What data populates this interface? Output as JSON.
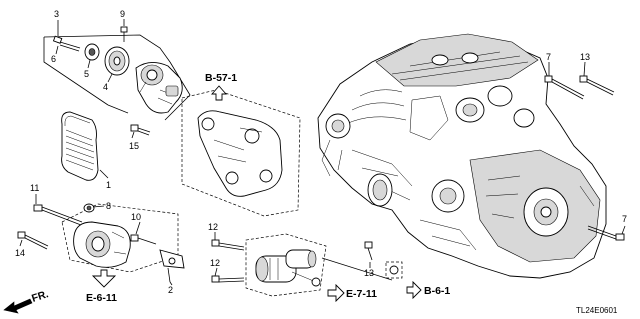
{
  "callouts": {
    "c3": "3",
    "c9": "9",
    "c6": "6",
    "c5": "5",
    "c4": "4",
    "c15": "15",
    "c1": "1",
    "c11": "11",
    "c8": "8",
    "c10": "10",
    "c14": "14",
    "c2": "2",
    "c12a": "12",
    "c12b": "12",
    "c7a": "7",
    "c13a": "13",
    "c7b": "7",
    "c13b": "13"
  },
  "refs": {
    "b57": "B-57-1",
    "e611": "E-6-11",
    "e711": "E-7-11",
    "b61": "B-6-1"
  },
  "front_label": "FR.",
  "diagram_code": "TL24E0601"
}
